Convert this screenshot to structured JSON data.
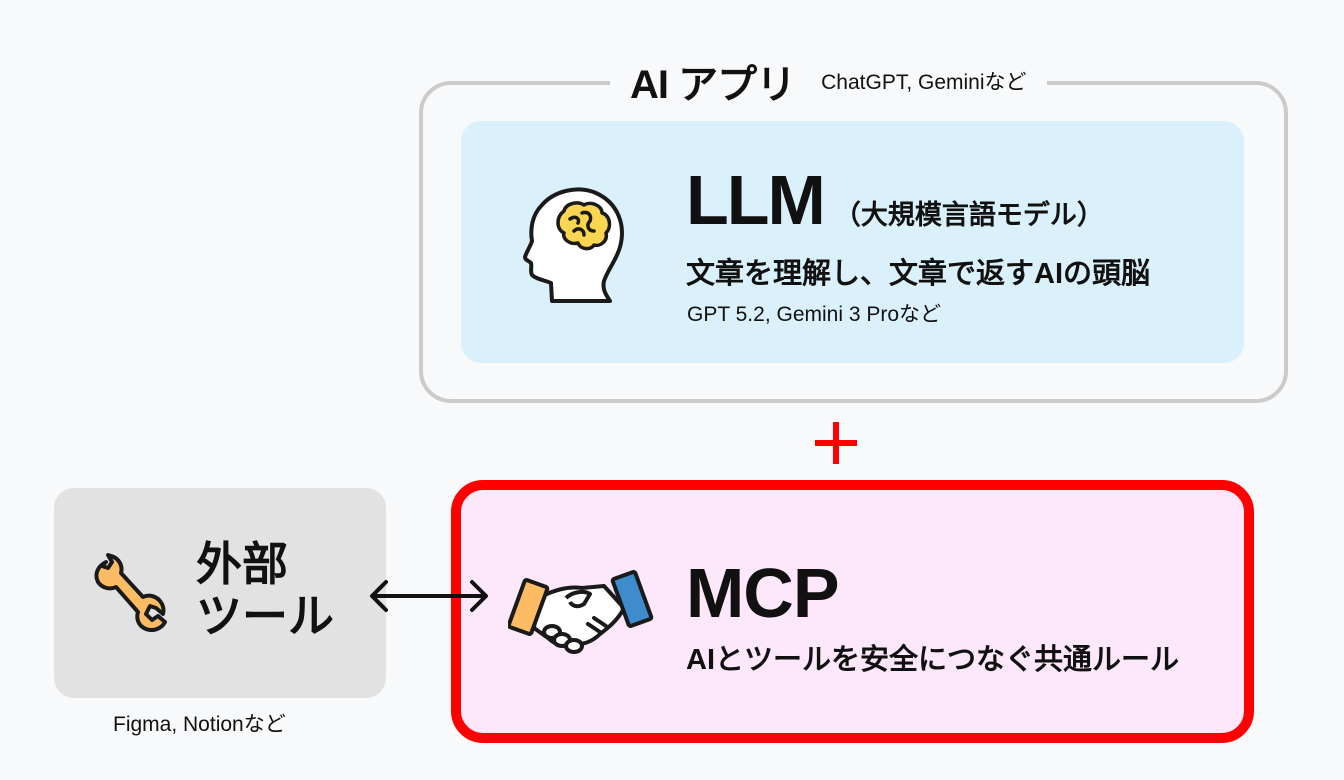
{
  "ai_app": {
    "title": "AI アプリ",
    "examples": "ChatGPT, Geminiなど",
    "border_color": "#cbcbcb"
  },
  "llm": {
    "title": "LLM",
    "subtitle": "（大規模言語モデル）",
    "description": "文章を理解し、文章で返すAIの頭脳",
    "examples": "GPT 5.2, Gemini 3 Proなど",
    "icon": "brain-head-icon",
    "background": "#daf1fb"
  },
  "connector": {
    "plus_icon": "plus-icon",
    "plus_color": "#ff0000",
    "arrow_icon": "double-arrow-icon"
  },
  "external_tool": {
    "title_line1": "外部",
    "title_line2": "ツール",
    "examples": "Figma, Notionなど",
    "icon": "wrench-icon",
    "background": "#e2e2e2"
  },
  "mcp": {
    "title": "MCP",
    "description": "AIとツールを安全につなぐ共通ルール",
    "icon": "handshake-icon",
    "background": "#fde8fb",
    "border_color": "#ff0000"
  }
}
